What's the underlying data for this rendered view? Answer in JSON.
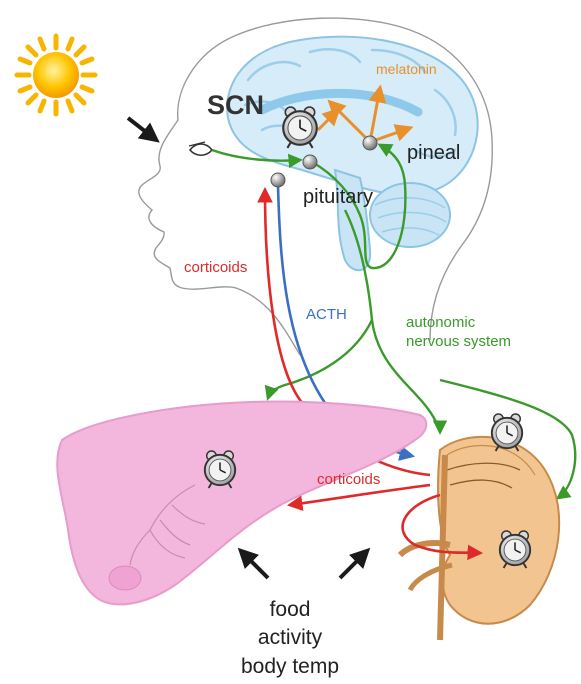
{
  "labels": {
    "scn": "SCN",
    "melatonin": "melatonin",
    "pineal": "pineal",
    "pituitary": "pituitary",
    "corticoids_brain": "corticoids",
    "acth": "ACTH",
    "autonomic_line1": "autonomic",
    "autonomic_line2": "nervous system",
    "corticoids_organs": "corticoids",
    "food": "food",
    "activity": "activity",
    "body_temp": "body temp"
  },
  "colors": {
    "sun": "#f7b500",
    "head_outline": "#9a9a9a",
    "brain": "#bfe0f3",
    "brain_stroke": "#8cc4e4",
    "melatonin_arrow": "#e8902c",
    "green_arrow": "#3a9a2a",
    "red_arrow": "#e02a2a",
    "blue_arrow": "#3b6fc4",
    "liver": "#f3b6dc",
    "kidney": "#f2c48f",
    "black_arrow": "#1a1a1a"
  },
  "icons": [
    "sun-icon",
    "clock-icon",
    "eye-icon",
    "arrow-icon"
  ]
}
